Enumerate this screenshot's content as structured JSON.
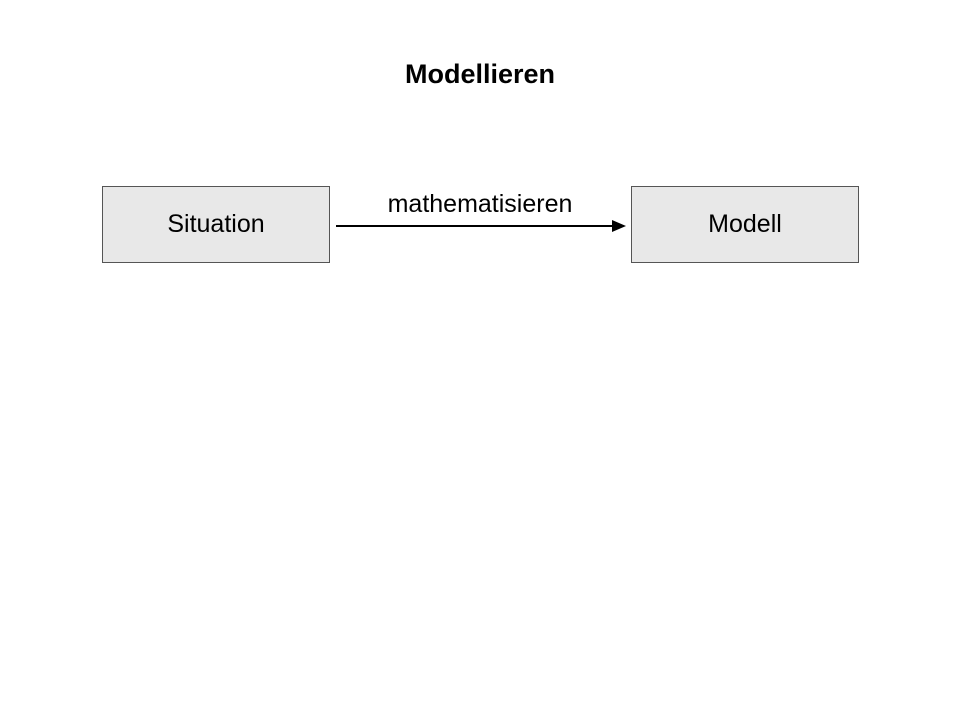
{
  "title": "Modellieren",
  "colors": {
    "box_fill": "#e8e8e8",
    "box_border": "#555555",
    "arrow": "#000000"
  },
  "nodes": {
    "source": {
      "label": "Situation"
    },
    "target": {
      "label": "Modell"
    }
  },
  "edges": [
    {
      "from": "Situation",
      "to": "Modell",
      "label": "mathematisieren"
    }
  ]
}
